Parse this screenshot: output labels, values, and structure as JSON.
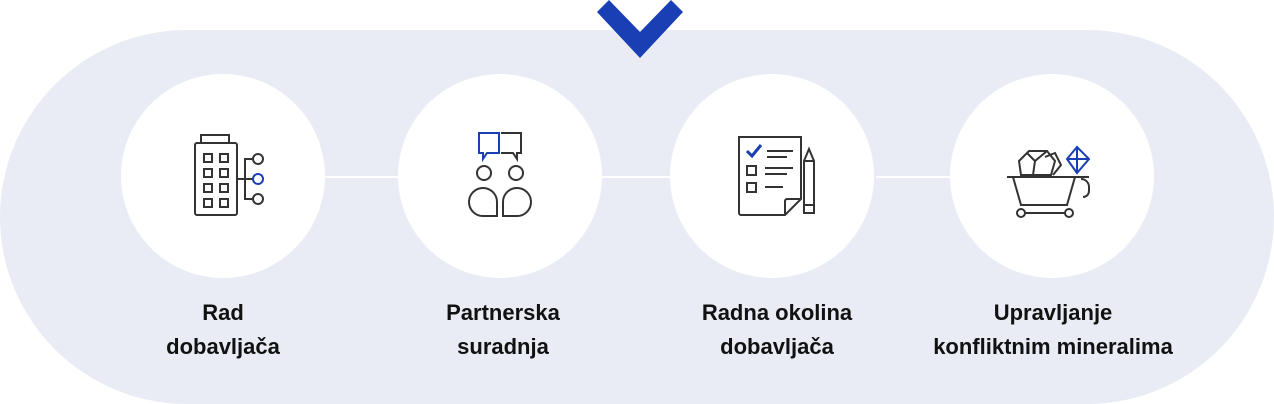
{
  "colors": {
    "band": "#e9ecf4",
    "accent": "#1a3fb5",
    "icon_stroke": "#333333"
  },
  "chevron": {
    "icon": "chevron-down-icon"
  },
  "steps": [
    {
      "icon": "supplier-building-icon",
      "line1": "Rad",
      "line2": "dobavljača"
    },
    {
      "icon": "partnership-icon",
      "line1": "Partnerska",
      "line2": "suradnja"
    },
    {
      "icon": "checklist-pencil-icon",
      "line1": "Radna okolina",
      "line2": "dobavljača"
    },
    {
      "icon": "mineral-cart-icon",
      "line1": "Upravljanje",
      "line2": "konfliktnim mineralima"
    }
  ]
}
